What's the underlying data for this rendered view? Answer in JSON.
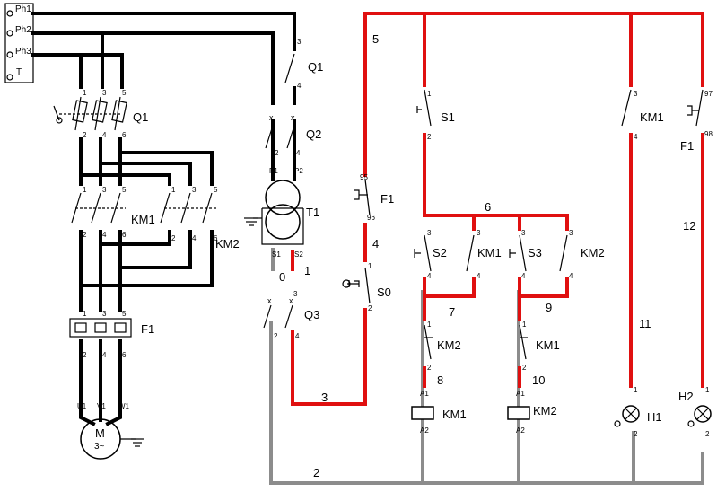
{
  "supply": {
    "ph1": "Ph1",
    "ph2": "Ph2",
    "ph3": "Ph3",
    "t": "T"
  },
  "power_circuit": {
    "main_switch": "Q1",
    "contactor_1": "KM1",
    "contactor_2": "KM2",
    "overload": "F1",
    "motor_line1": "M",
    "motor_line2": "3~",
    "terminals": [
      "U1",
      "V1",
      "W1"
    ]
  },
  "control_supply": {
    "switch_q1": "Q1",
    "switch_q2": "Q2",
    "transformer": "T1",
    "switch_q3": "Q3",
    "p1": "P1",
    "p2": "P2",
    "s1": "S1",
    "s2": "S2"
  },
  "control_circuit": {
    "f1": "F1",
    "s0": "S0",
    "s1": "S1",
    "s2": "S2",
    "s3": "S3",
    "km1": "KM1",
    "km2": "KM2",
    "h1": "H1",
    "h2": "H2",
    "coil_a1": "A1",
    "coil_a2": "A2"
  },
  "wire_numbers": [
    "0",
    "1",
    "2",
    "3",
    "4",
    "5",
    "6",
    "7",
    "8",
    "9",
    "10",
    "11",
    "12"
  ],
  "pins": {
    "p1": "1",
    "p2": "2",
    "p3": "3",
    "p4": "4",
    "p5": "5",
    "p6": "6",
    "p95": "95",
    "p96": "96",
    "p97": "97",
    "p98": "98"
  },
  "colors": {
    "live": "#e01010",
    "neutral": "#8c8c8c",
    "power": "#000000"
  }
}
